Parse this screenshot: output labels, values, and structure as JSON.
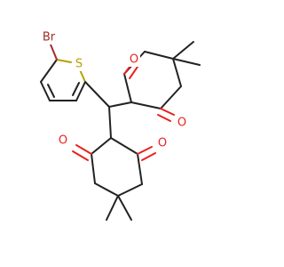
{
  "structure": {
    "atom_labels": {
      "bromine": "Br",
      "sulfur": "S",
      "oxygen_top_right_upper": "O",
      "oxygen_top_right_lower": "O",
      "oxygen_bottom_left": "O",
      "oxygen_bottom_right": "O"
    },
    "colors": {
      "bond": "#222222",
      "oxygen": "#e8231e",
      "sulfur": "#b5a000",
      "bromine": "#a52a2a"
    }
  }
}
